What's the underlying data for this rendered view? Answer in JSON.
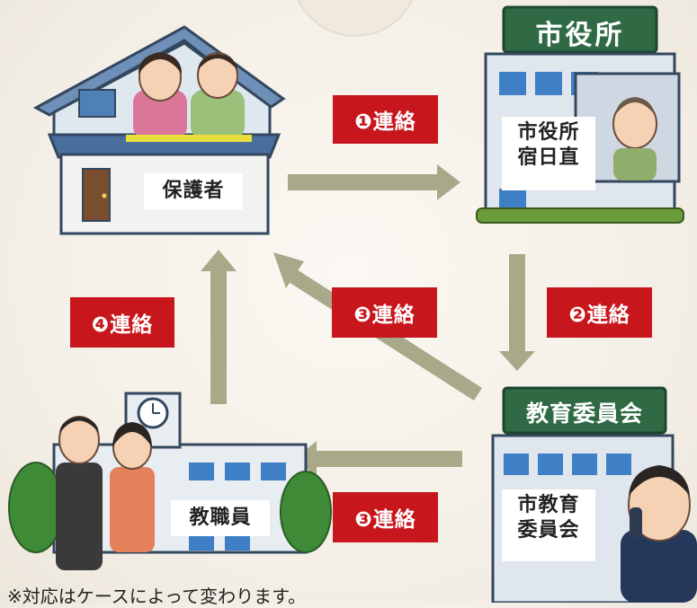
{
  "nodes": {
    "parents": {
      "label": "保護者"
    },
    "city_hall": {
      "sign": "市役所",
      "label_line1": "市役所",
      "label_line2": "宿日直"
    },
    "board": {
      "sign": "教育委員会",
      "label_line1": "市教育",
      "label_line2": "委員会"
    },
    "staff": {
      "label": "教職員"
    }
  },
  "edges": [
    {
      "step": "❶",
      "text": "連絡",
      "from": "parents",
      "to": "city_hall"
    },
    {
      "step": "❷",
      "text": "連絡",
      "from": "city_hall",
      "to": "board"
    },
    {
      "step": "❸",
      "text": "連絡",
      "from": "board",
      "to": "parents"
    },
    {
      "step": "❸",
      "text": "連絡",
      "from": "board",
      "to": "staff"
    },
    {
      "step": "❹",
      "text": "連絡",
      "from": "staff",
      "to": "parents"
    }
  ],
  "labels": {
    "step1": "❶連絡",
    "step2": "❷連絡",
    "step3a": "❸連絡",
    "step3b": "❸連絡",
    "step4": "❹連絡"
  },
  "footnote": "※対応はケースによって変わります。",
  "colors": {
    "label_bg": "#c8161d",
    "arrow": "#a9a98a",
    "sign_bg": "#2f6a45"
  }
}
